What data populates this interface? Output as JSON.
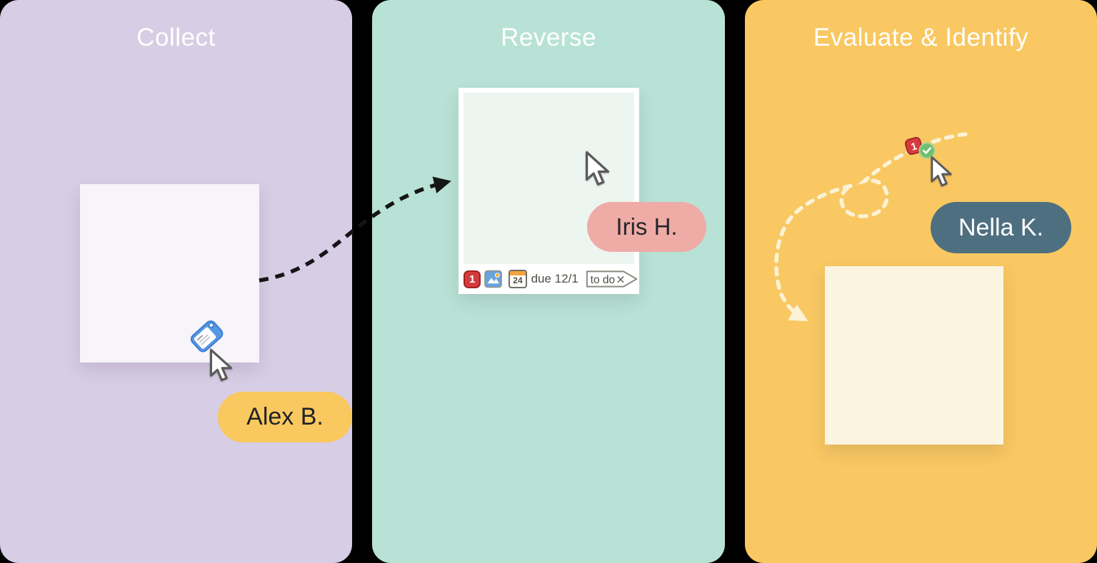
{
  "board": {
    "columns": [
      {
        "title": "Collect",
        "bg": "#d7cde4"
      },
      {
        "title": "Reverse",
        "bg": "#b8e2d5"
      },
      {
        "title": "Evaluate & Identify",
        "bg": "#f9c862"
      }
    ]
  },
  "users": [
    {
      "name": "Alex B.",
      "pill_bg": "#f9c85e",
      "text_color": "#202227"
    },
    {
      "name": "Iris H.",
      "pill_bg": "#efaba6",
      "text_color": "#26262b"
    },
    {
      "name": "Nella K.",
      "pill_bg": "#4e6f80",
      "text_color": "#ffffff"
    }
  ],
  "toolbar": {
    "count": "1",
    "calendar_day": "24",
    "due_text": "due 12/1",
    "todo_label": "to do",
    "remove_glyph": "✕"
  },
  "evaluate_badge": {
    "count": "1"
  },
  "icons": {
    "tag": "tag-icon",
    "cursor": "cursor-pointer-icon",
    "image": "image-icon",
    "calendar": "calendar-icon",
    "check": "check-icon",
    "dark_arrow": "dashed-arrow-icon",
    "light_arrow": "dashed-loop-arrow-icon"
  },
  "colors": {
    "background": "#000000",
    "note_collect": "#f7f4fa",
    "note_reverse": "#edf5f1",
    "note_evaluate": "#fbf4e1",
    "arrow_dark": "#151515",
    "arrow_light": "#fcf2d6",
    "count_badge_red": "#d33b3c",
    "check_green": "#6fbf6d"
  }
}
